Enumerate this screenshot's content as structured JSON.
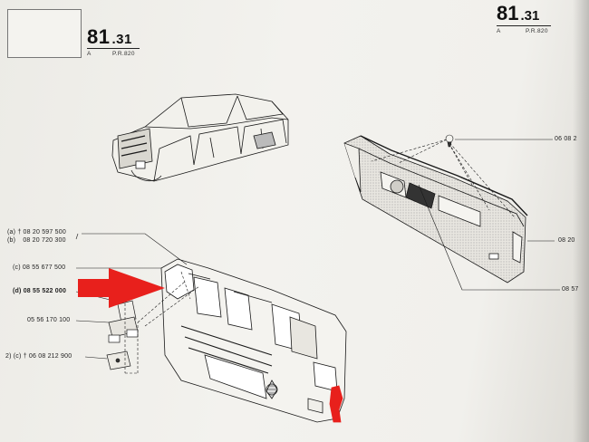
{
  "header": {
    "page_number": "81",
    "page_suffix": ".31",
    "sub_left": "A",
    "sub_right": "P.R.820",
    "right_page_number": "81",
    "right_page_suffix": ".31",
    "right_sub_left": "A",
    "right_sub_right": "P.R.820"
  },
  "parts": [
    {
      "code": "(a)",
      "ref": "† 08 20 597 500"
    },
    {
      "code": "(b)",
      "ref": "08 20 720 300"
    },
    {
      "code": "(c)",
      "ref": "08 55 677 500"
    },
    {
      "code": "(d)",
      "ref": "08 55 522 000"
    },
    {
      "code": "",
      "ref": "05 56 170 100"
    },
    {
      "code": "2) (c)",
      "ref": "† 06 08 212 900"
    }
  ],
  "right_refs": [
    {
      "ref": "06 08 2"
    },
    {
      "ref": "08 20"
    },
    {
      "ref": "08 57"
    }
  ],
  "colors": {
    "arrow": "#e8201c",
    "highlight": "#e8201c",
    "ink": "#1a1a1a"
  }
}
